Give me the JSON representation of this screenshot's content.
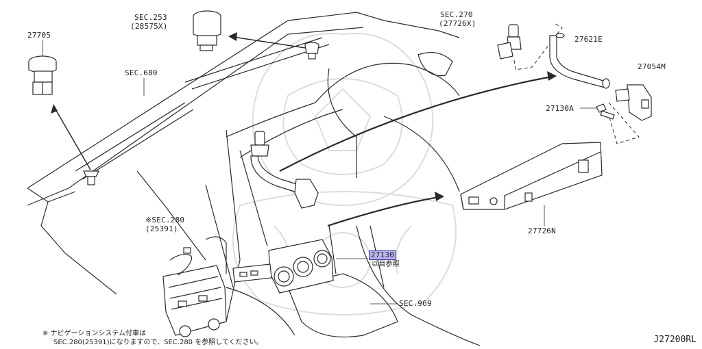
{
  "labels": {
    "part_27705": "27705",
    "sec_253": "SEC.253",
    "sec_253_sub": "(28575X)",
    "sec_680": "SEC.680",
    "sec_270": "SEC.270",
    "sec_270_sub": "(27726X)",
    "part_27621e": "27621E",
    "part_27054m": "27054M",
    "part_27130a": "27130A",
    "part_27726n": "27726N",
    "sec_280": "※SEC.280",
    "sec_280_sub": "(25391)",
    "part_27130": "27130",
    "part_27130_sub": "以目参照",
    "sec_969": "SEC.969"
  },
  "footnote": {
    "line1": "※ ナビゲーションシステム付車は",
    "line2": "SEC.280(25391)になりますので、SEC.280 を参照してください。"
  },
  "diagram_code": "J27200RL",
  "colors": {
    "line": "#2a2a2a",
    "highlight_fill": "#b9b6ee",
    "highlight_border": "#3b32a8",
    "watermark": "#d8d8d8"
  }
}
